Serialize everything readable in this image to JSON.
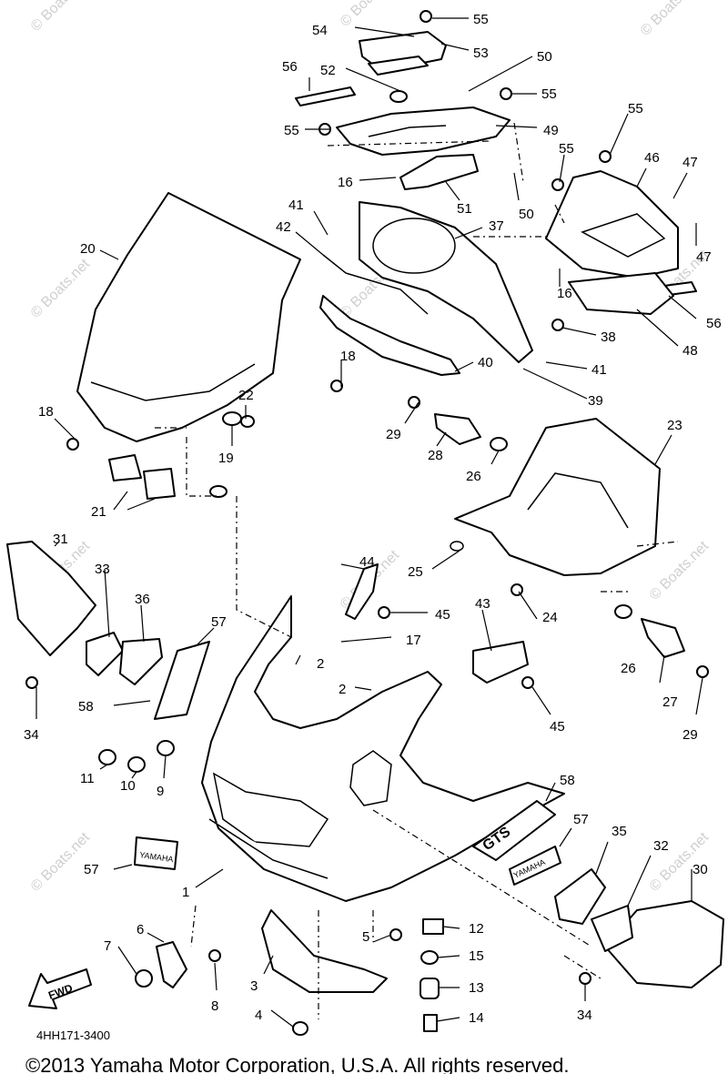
{
  "diagram": {
    "part_code": "4HH171-3400",
    "copyright": "©2013 Yamaha Motor Corporation, U.S.A. All rights reserved.",
    "watermark": "© Boats.net",
    "front_arrow_label": "FWD",
    "emblem_text": "YAMAHA",
    "badge_text": "GTS"
  },
  "callouts": [
    {
      "id": "c55a",
      "label": "55"
    },
    {
      "id": "c54",
      "label": "54"
    },
    {
      "id": "c53",
      "label": "53"
    },
    {
      "id": "c56a",
      "label": "56"
    },
    {
      "id": "c52",
      "label": "52"
    },
    {
      "id": "c50a",
      "label": "50"
    },
    {
      "id": "c55b",
      "label": "55"
    },
    {
      "id": "c55c",
      "label": "55"
    },
    {
      "id": "c49",
      "label": "49"
    },
    {
      "id": "c55d",
      "label": "55"
    },
    {
      "id": "c55e",
      "label": "55"
    },
    {
      "id": "c46",
      "label": "46"
    },
    {
      "id": "c47a",
      "label": "47"
    },
    {
      "id": "c16a",
      "label": "16"
    },
    {
      "id": "c51",
      "label": "51"
    },
    {
      "id": "c50b",
      "label": "50"
    },
    {
      "id": "c41a",
      "label": "41"
    },
    {
      "id": "c37",
      "label": "37"
    },
    {
      "id": "c42",
      "label": "42"
    },
    {
      "id": "c20",
      "label": "20"
    },
    {
      "id": "c47b",
      "label": "47"
    },
    {
      "id": "c16b",
      "label": "16"
    },
    {
      "id": "c56b",
      "label": "56"
    },
    {
      "id": "c38",
      "label": "38"
    },
    {
      "id": "c48",
      "label": "48"
    },
    {
      "id": "c40",
      "label": "40"
    },
    {
      "id": "c41b",
      "label": "41"
    },
    {
      "id": "c18a",
      "label": "18"
    },
    {
      "id": "c39",
      "label": "39"
    },
    {
      "id": "c22",
      "label": "22"
    },
    {
      "id": "c18b",
      "label": "18"
    },
    {
      "id": "c29a",
      "label": "29"
    },
    {
      "id": "c23",
      "label": "23"
    },
    {
      "id": "c19",
      "label": "19"
    },
    {
      "id": "c28",
      "label": "28"
    },
    {
      "id": "c26a",
      "label": "26"
    },
    {
      "id": "c21",
      "label": "21"
    },
    {
      "id": "c31",
      "label": "31"
    },
    {
      "id": "c44",
      "label": "44"
    },
    {
      "id": "c25",
      "label": "25"
    },
    {
      "id": "c33",
      "label": "33"
    },
    {
      "id": "c36",
      "label": "36"
    },
    {
      "id": "c45a",
      "label": "45"
    },
    {
      "id": "c43",
      "label": "43"
    },
    {
      "id": "c24",
      "label": "24"
    },
    {
      "id": "c57a",
      "label": "57"
    },
    {
      "id": "c17",
      "label": "17"
    },
    {
      "id": "c2a",
      "label": "2"
    },
    {
      "id": "c26b",
      "label": "26"
    },
    {
      "id": "c27",
      "label": "27"
    },
    {
      "id": "c2b",
      "label": "2"
    },
    {
      "id": "c34a",
      "label": "34"
    },
    {
      "id": "c58a",
      "label": "58"
    },
    {
      "id": "c45b",
      "label": "45"
    },
    {
      "id": "c29b",
      "label": "29"
    },
    {
      "id": "c11",
      "label": "11"
    },
    {
      "id": "c10",
      "label": "10"
    },
    {
      "id": "c9",
      "label": "9"
    },
    {
      "id": "c58b",
      "label": "58"
    },
    {
      "id": "c57b",
      "label": "57"
    },
    {
      "id": "c35",
      "label": "35"
    },
    {
      "id": "c57c",
      "label": "57"
    },
    {
      "id": "c32",
      "label": "32"
    },
    {
      "id": "c30",
      "label": "30"
    },
    {
      "id": "c1",
      "label": "1"
    },
    {
      "id": "c6",
      "label": "6"
    },
    {
      "id": "c12",
      "label": "12"
    },
    {
      "id": "c7",
      "label": "7"
    },
    {
      "id": "c5",
      "label": "5"
    },
    {
      "id": "c15",
      "label": "15"
    },
    {
      "id": "c3",
      "label": "3"
    },
    {
      "id": "c8",
      "label": "8"
    },
    {
      "id": "c13",
      "label": "13"
    },
    {
      "id": "c4",
      "label": "4"
    },
    {
      "id": "c14",
      "label": "14"
    },
    {
      "id": "c34b",
      "label": "34"
    }
  ]
}
